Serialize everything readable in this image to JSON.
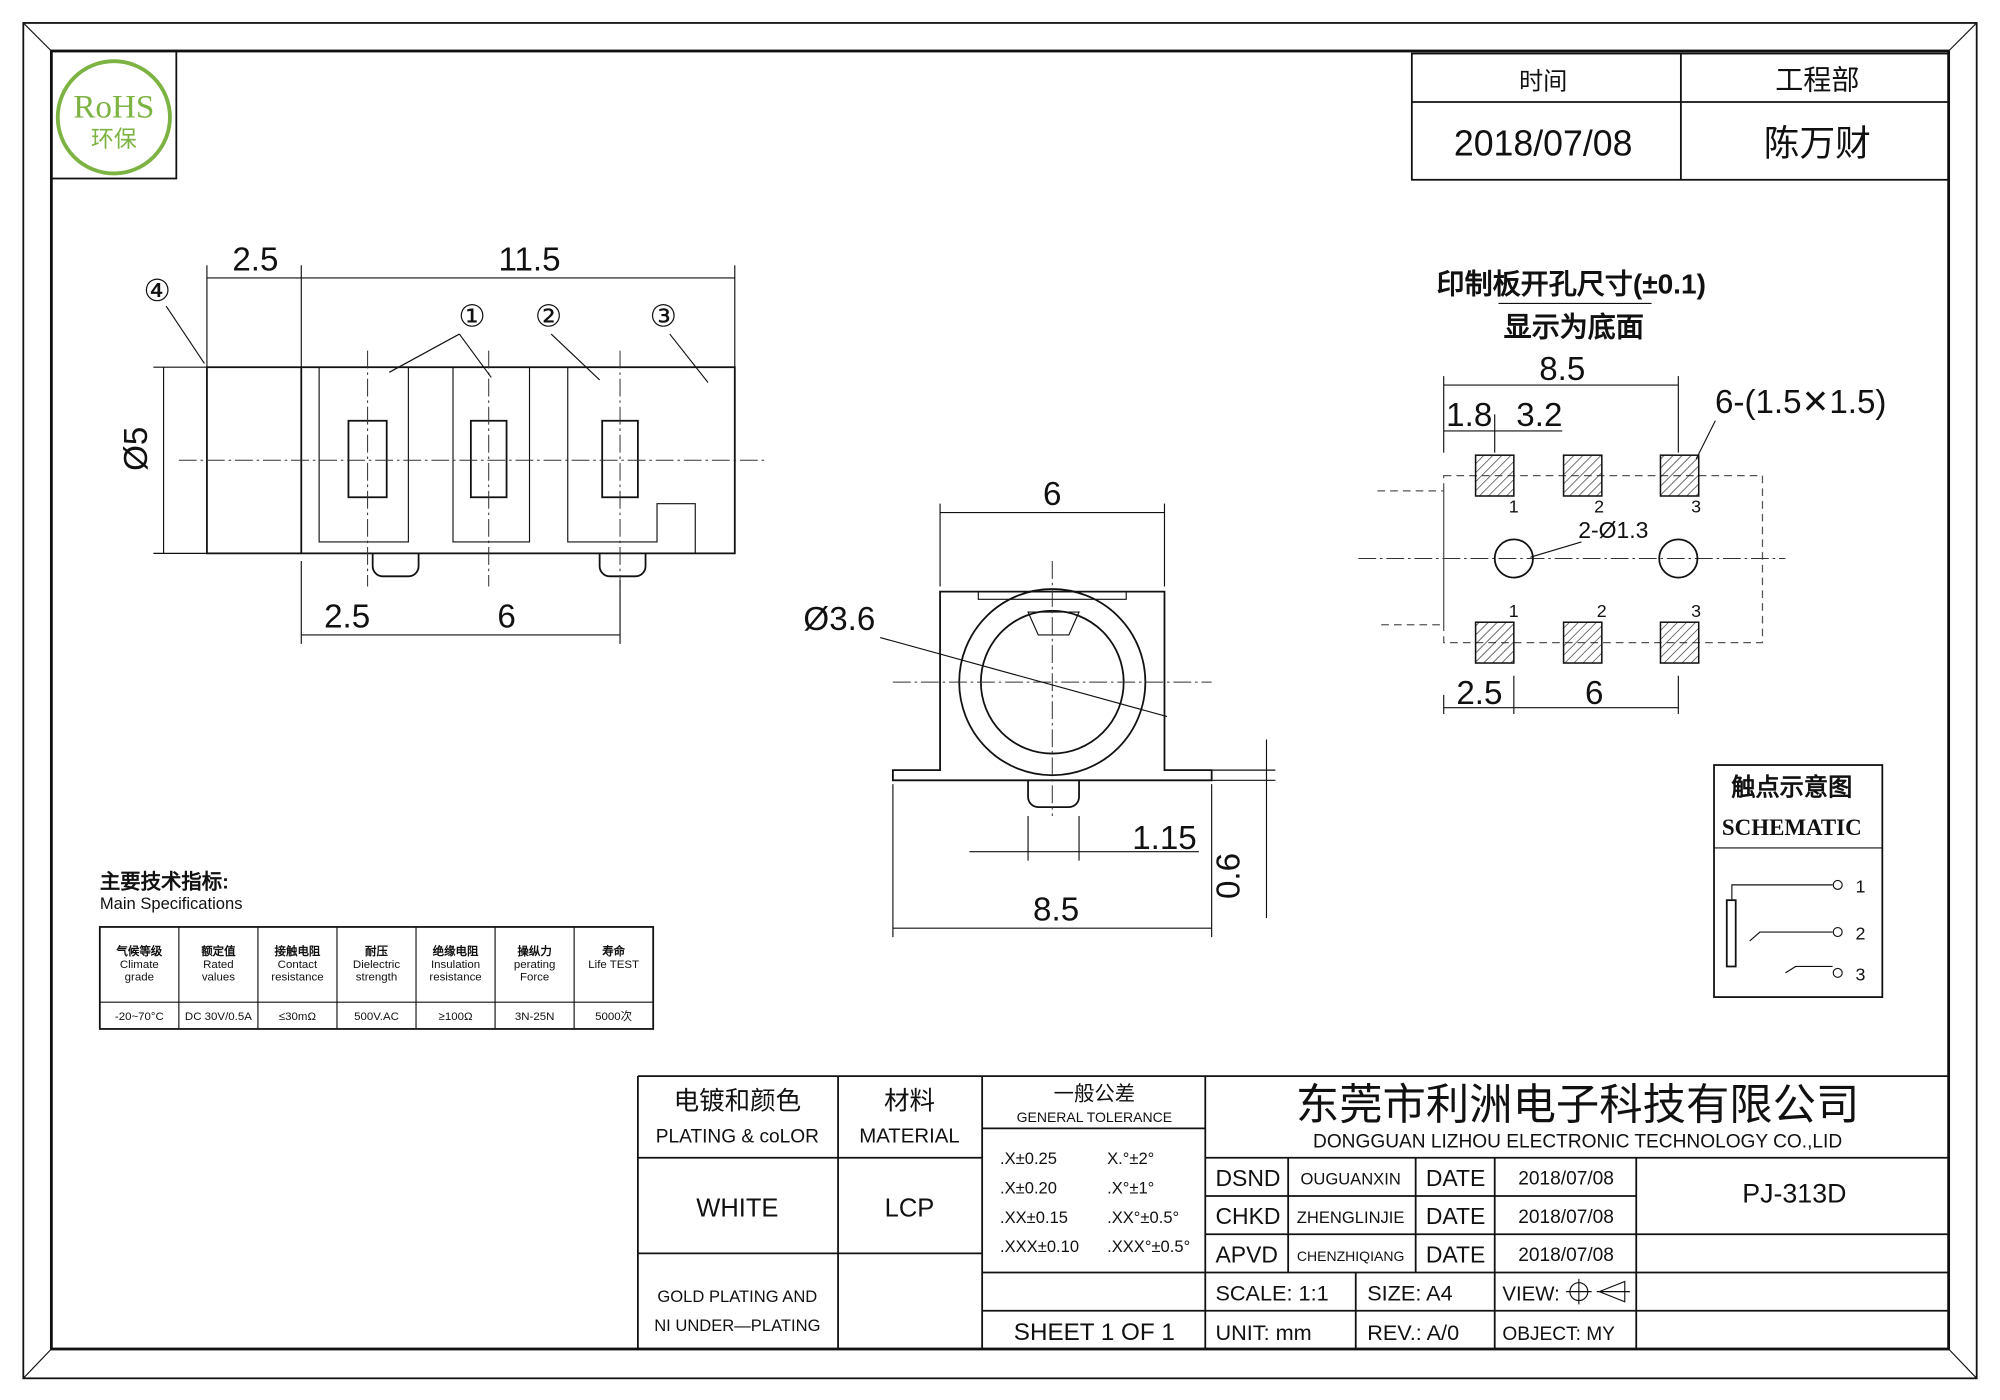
{
  "header": {
    "logo_text": "RoHS",
    "logo_sub": "环保",
    "time_label": "时间",
    "dept_label": "工程部",
    "date": "2018/07/08",
    "person": "陈万财"
  },
  "side_view": {
    "dim_pitch_top": "2.5",
    "dim_length": "11.5",
    "dim_diameter": "Ø5",
    "dim_pitch_bottom": "2.5",
    "dim_span": "6",
    "callouts": [
      "①",
      "②",
      "③",
      "④"
    ]
  },
  "front_view": {
    "dim_width": "6",
    "dim_hole": "Ø3.6",
    "dim_pin": "1.15",
    "dim_total": "8.5",
    "dim_thick": "0.6"
  },
  "pcb": {
    "title": "印制板开孔尺寸(±0.1)",
    "subtitle": "显示为底面",
    "dim_total": "8.5",
    "dim_a": "1.8",
    "dim_b": "3.2",
    "pads": "6-(1.5✕1.5)",
    "holes": "2-Ø1.3",
    "dim_c": "2.5",
    "dim_d": "6",
    "pins": [
      "1",
      "2",
      "3"
    ]
  },
  "schematic": {
    "title": "触点示意图",
    "subtitle": "SCHEMATIC",
    "pins": [
      "1",
      "2",
      "3"
    ]
  },
  "specs": {
    "title": "主要技术指标:",
    "subtitle": "Main Specifications",
    "columns": [
      {
        "cn": "气候等级",
        "en1": "Climate",
        "en2": "grade",
        "value": "-20~70°C"
      },
      {
        "cn": "额定值",
        "en1": "Rated",
        "en2": "values",
        "value": "DC 30V/0.5A"
      },
      {
        "cn": "接触电阻",
        "en1": "Contact",
        "en2": "resistance",
        "value": "≤30mΩ"
      },
      {
        "cn": "耐压",
        "en1": "Dielectric",
        "en2": "strength",
        "value": "500V.AC"
      },
      {
        "cn": "绝缘电阻",
        "en1": "Insulation",
        "en2": "resistance",
        "value": "≥100Ω"
      },
      {
        "cn": "操纵力",
        "en1": "perating",
        "en2": "Force",
        "value": "3N-25N"
      },
      {
        "cn": "寿命",
        "en1": "Life TEST",
        "en2": "",
        "value": "5000次"
      }
    ]
  },
  "title_block": {
    "plating_cn": "电镀和颜色",
    "plating_en": "PLATING & coLOR",
    "material_cn": "材料",
    "material_en": "MATERIAL",
    "tol_cn": "一般公差",
    "tol_en": "GENERAL TOLERANCE",
    "tolerances": [
      ".X±0.25",
      "X.°±2°",
      ".X±0.20",
      ".X°±1°",
      ".XX±0.15",
      ".XX°±0.5°",
      ".XXX±0.10",
      ".XXX°±0.5°"
    ],
    "color": "WHITE",
    "material": "LCP",
    "plating1": "GOLD PLATING AND",
    "plating2": "NI UNDER—PLATING",
    "company_cn": "东莞市利洲电子科技有限公司",
    "company_en": "DONGGUAN LIZHOU ELECTRONIC TECHNOLOGY CO.,LID",
    "rows": [
      {
        "role": "DSND",
        "name": "OUGUANXIN",
        "date_label": "DATE",
        "date": "2018/07/08"
      },
      {
        "role": "CHKD",
        "name": "ZHENGLINJIE",
        "date_label": "DATE",
        "date": "2018/07/08"
      },
      {
        "role": "APVD",
        "name": "CHENZHIQIANG",
        "date_label": "DATE",
        "date": "2018/07/08"
      }
    ],
    "part_no": "PJ-313D",
    "scale": "SCALE: 1:1",
    "size": "SIZE: A4",
    "view": "VIEW:",
    "sheet": "SHEET 1 OF 1",
    "unit": "UNIT: mm",
    "rev": "REV.: A/0",
    "object": "OBJECT: MY"
  }
}
